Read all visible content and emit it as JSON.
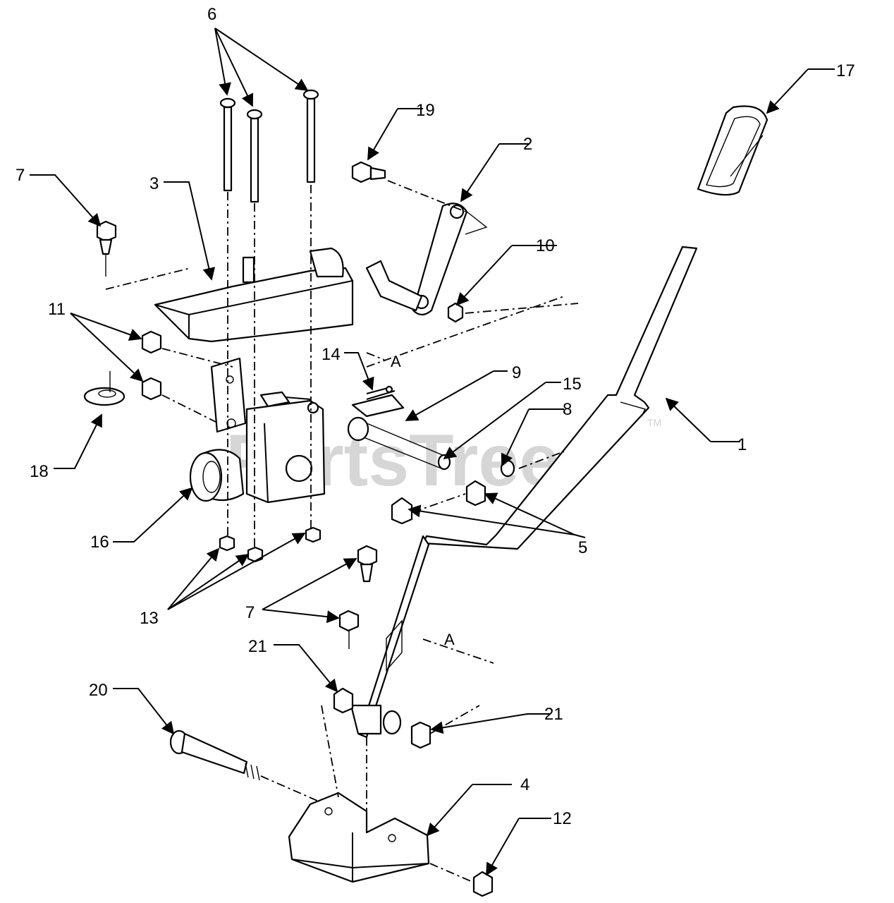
{
  "watermark": {
    "text": "PartsTree",
    "tm": "TM",
    "color": "#cfcfcf"
  },
  "callouts": {
    "c1": "1",
    "c2": "2",
    "c3": "3",
    "c4": "4",
    "c5": "5",
    "c6": "6",
    "c7a": "7",
    "c7b": "7",
    "c8": "8",
    "c9": "9",
    "c10": "10",
    "c11": "11",
    "c12": "12",
    "c13": "13",
    "c14": "14",
    "c15": "15",
    "c16": "16",
    "c17": "17",
    "c18": "18",
    "c19": "19",
    "c20": "20",
    "c21a": "21",
    "c21b": "21"
  },
  "reference_letters": {
    "a1": "A",
    "a2": "A"
  }
}
